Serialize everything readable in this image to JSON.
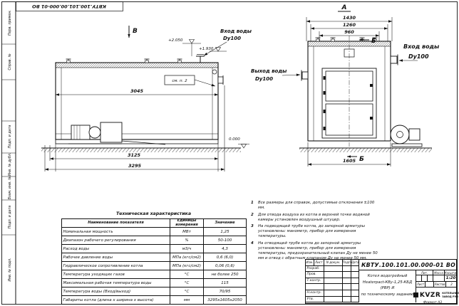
{
  "sheet": {
    "doc_code": "КВТУ.100.101.00.000-01 ВО",
    "format": "Формат А3"
  },
  "margin_labels": [
    "Перв. примен.",
    "Справ. №",
    "",
    "Подп. и дата",
    "Инв. № дубл.",
    "Взам. инв. №",
    "Подп. и дата",
    "Инв. № подл."
  ],
  "drawing": {
    "view_b": "В",
    "view_a": "А",
    "section_b": "Б",
    "see_note": "см. п. 2",
    "inlet_top": {
      "line1": "Вход воды",
      "line2": "Dy100"
    },
    "outlet": {
      "line1": "Выход воды",
      "line2": "Dy100"
    },
    "inlet_right": {
      "line1": "Вход воды",
      "line2": "Dy100"
    },
    "elevations": {
      "top": "+2.050",
      "nozzle": "+1.930",
      "ground": "0.000"
    },
    "dimensions": {
      "side_length": "3045",
      "side_with_burner": "3125",
      "side_overall": "3295",
      "front_overall": "1430",
      "front_mid": "1260",
      "front_inner": "960",
      "front_base": "1605"
    }
  },
  "notes": [
    {
      "num": "1",
      "text": "Все размеры для справок, допустимые отклонения ±100 мм."
    },
    {
      "num": "2",
      "text": "Для отвода воздуха из котла в верхней точке водяной камеры установлен воздушный штуцер."
    },
    {
      "num": "3",
      "text": "На подводящей трубе котла, до запорной арматуры установлены: манометр, прибор для измерения температуры."
    },
    {
      "num": "4",
      "text": "На отводящей трубе котла до запорной арматуры установлены: манометр, прибор для измерения температуры, предохранительный клапан Ду не менее 50 мм и отвод с обратным клапаном Ду не менее 50 мм."
    }
  ],
  "spec": {
    "title": "Техническая характеристика",
    "headers": [
      "Наименование показателя",
      "Единицы измерения",
      "Значение"
    ],
    "rows": [
      [
        "Номинальная мощность",
        "МВт",
        "1,25"
      ],
      [
        "Диапазон рабочего регулирования",
        "%",
        "50-100"
      ],
      [
        "Расход воды",
        "м3/ч",
        "4,3"
      ],
      [
        "Рабочее давление воды",
        "МПа (кгс/см2)",
        "0,6 (6,0)"
      ],
      [
        "Гидравлическое сопротивление котла",
        "МПа (кгс/см2)",
        "0,06 (0,6)"
      ],
      [
        "Температура уходящих газов",
        "°С",
        "не более 250"
      ],
      [
        "Максимальная рабочая температура воды",
        "°С",
        "115"
      ],
      [
        "Температура воды (Вход/выход)",
        "°С",
        "70/95"
      ],
      [
        "Габариты котла (длина х ширина х высота)",
        "мм",
        "3295х1605х2050"
      ]
    ]
  },
  "title_block": {
    "doc_code": "КВТУ.100.101.00.000-01 ВО",
    "cols": [
      "Изм.",
      "Лист",
      "N докум.",
      "Подп.",
      "Дата"
    ],
    "rows": [
      "Разраб.",
      "Пров.",
      "Т.контр.",
      "",
      "Н.контр.",
      "Утв."
    ],
    "name_line1": "Котел водогрейный",
    "name_line2": "Heaterpact-КВу-1,25-КБД (РВР) И",
    "name_line3": "по техническому заданию",
    "lit_label": "Лит.",
    "mass_label": "Масса",
    "scale_label": "Масштаб",
    "scale_value": "1:20",
    "sheet_label": "Лист",
    "sheets_label": "Листов",
    "sheets_value": "2",
    "company": "KVZR",
    "company_sub1": "КОТЕЛЬНЫЙ",
    "company_sub2": "ЗАВОД РЭП"
  }
}
